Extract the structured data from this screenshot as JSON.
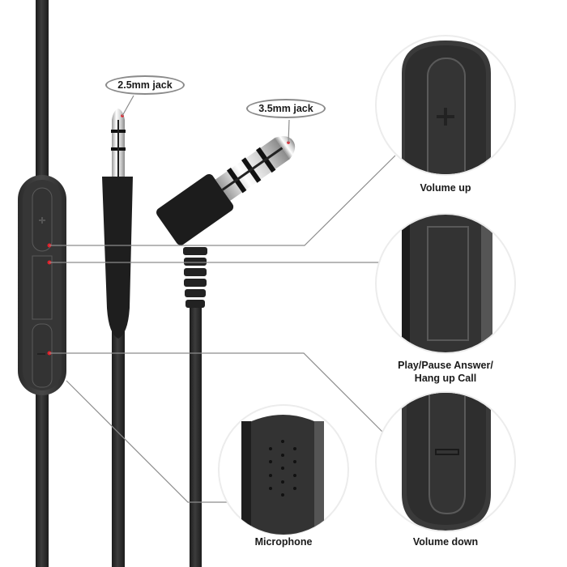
{
  "product": {
    "type": "headphone cable with inline remote and microphone",
    "callouts": {
      "jack_25": "2.5mm jack",
      "jack_35": "3.5mm jack"
    },
    "features": [
      {
        "id": "volume-up",
        "label": "Volume up",
        "icon": "plus-icon"
      },
      {
        "id": "play-pause",
        "label_line1": "Play/Pause Answer/",
        "label_line2": "Hang up Call",
        "icon": "rect-button-icon"
      },
      {
        "id": "microphone",
        "label": "Microphone",
        "icon": "mic-holes-icon"
      },
      {
        "id": "volume-down",
        "label": "Volume down",
        "icon": "minus-icon"
      }
    ],
    "colors": {
      "cable": "#2a2a2a",
      "remote_body": "#3a3a3a",
      "remote_button": "#333333",
      "leader_line": "#8c8c8c",
      "marker_dot": "#e0202a",
      "text": "#1a1a1a",
      "circle_border": "#eeeeee"
    }
  }
}
